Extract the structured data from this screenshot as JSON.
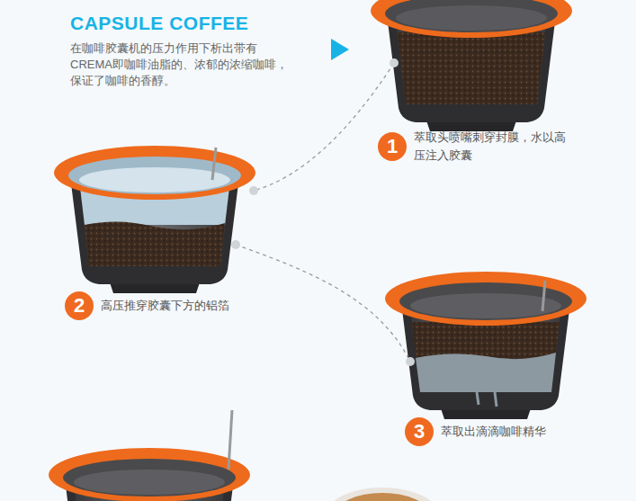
{
  "diagram": {
    "title": "CAPSULE COFFEE",
    "nodes": [
      {
        "text": [
          "1",
          "萃取头喷嘴刺穿封膜，水以高 压注入胶囊"
        ]
      },
      {
        "text": [
          "2",
          "高压推穿胶囊下方的铝箔"
        ]
      },
      {
        "text": [
          "3",
          "萃取出滴滴咖啡精华"
        ]
      }
    ],
    "labels": [
      "在咖啡胶囊机的压力作用下析出带有 CREMA即咖啡油脂的、浓郁的浓缩咖啡， 保证了咖啡的香醇。"
    ]
  }
}
